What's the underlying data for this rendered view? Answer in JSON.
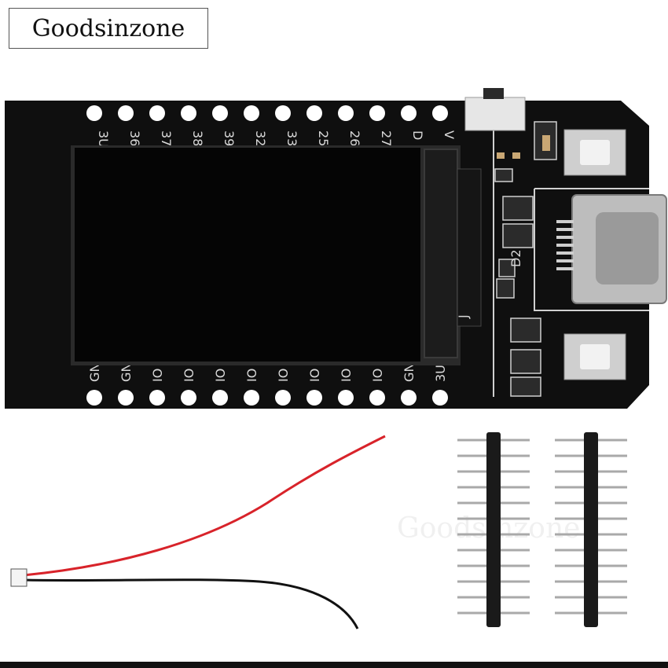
{
  "brand": {
    "name": "Goodsinzone"
  },
  "watermark": {
    "text": "Goodsinzone"
  },
  "board": {
    "top_pins": [
      "3U",
      "36",
      "37",
      "38",
      "39",
      "32",
      "33",
      "25",
      "26",
      "27",
      "D",
      "V"
    ],
    "bottom_pins": [
      "GN",
      "GN",
      "IO",
      "IO",
      "IO",
      "IO",
      "IO",
      "IO",
      "IO",
      "IO",
      "GN",
      "3U"
    ],
    "marking_d2": "D2",
    "marking_j": "J"
  },
  "colors": {
    "pcb": "#0f0f0f",
    "screen": "#050505",
    "wire_red": "#d8232a",
    "wire_black": "#111111",
    "header_plastic": "#1a1a1a",
    "pin_metal": "#a9a9a9"
  }
}
